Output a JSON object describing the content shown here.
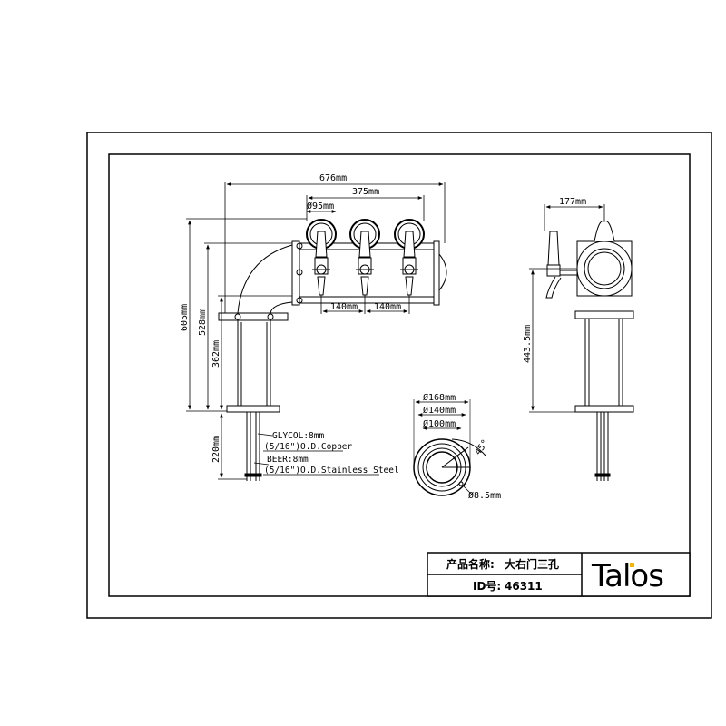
{
  "dimensions": {
    "width_676": "676mm",
    "width_375": "375mm",
    "dia_95": "Ø95mm",
    "pitch_a": "140mm",
    "pitch_b": "140mm",
    "height_605": "605mm",
    "height_528": "528mm",
    "height_362": "362mm",
    "height_220": "220mm",
    "depth_177": "177mm",
    "height_443": "443.5mm",
    "dia_168": "Ø168mm",
    "dia_140": "Ø140mm",
    "dia_100": "Ø100mm",
    "angle_45": "45°",
    "hole_8_5": "Ø8.5mm"
  },
  "notes": {
    "glycol_line1": "GLYCOL:8mm",
    "glycol_line2": "(5/16\")O.D.Copper",
    "beer_line1": "BEER:8mm",
    "beer_line2": "(5/16\")O.D.Stainless Steel"
  },
  "title_block": {
    "product_label": "产品名称:",
    "product_value": "大右门三孔",
    "id_label": "ID号:",
    "id_value": "46311",
    "brand": "Talos",
    "brand_accent_color": "#f2b600"
  }
}
